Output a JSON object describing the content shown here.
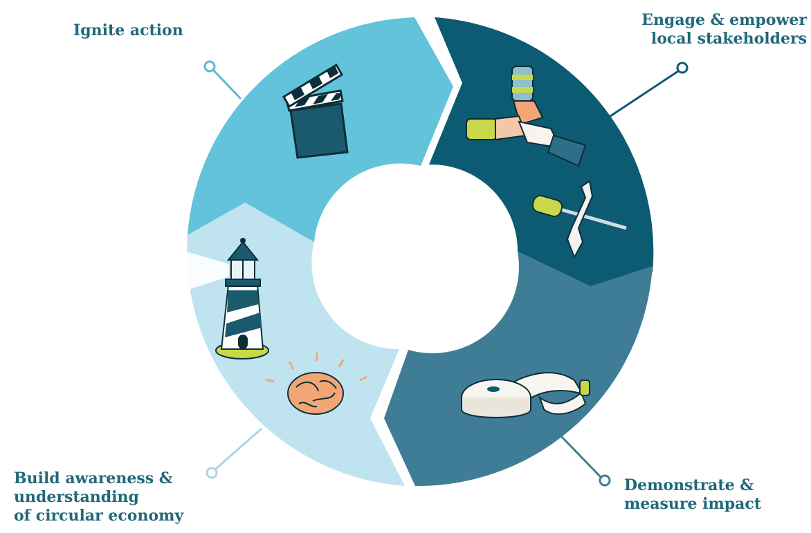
{
  "labels": {
    "ignite": "Ignite action",
    "engage": "Engage & empower\nlocal stakeholders",
    "build": "Build awareness &\nunderstanding\nof circular economy",
    "demonstrate": "Demonstrate &\nmeasure impact"
  },
  "colors": {
    "ignite_segment": "#62c3db",
    "engage_segment": "#0d5a73",
    "demonstrate_segment": "#3f7d96",
    "build_segment": "#bfe3ef",
    "label_text": "#21687a",
    "connector_ignite": "#5ab9d2",
    "connector_engage": "#0d5a73",
    "connector_demonstrate": "#3f7d96",
    "connector_build": "#a9d6e6"
  },
  "icons": {
    "ignite": "clapperboard-icon",
    "engage": [
      "hands-together-icon",
      "wrench-screwdriver-icon"
    ],
    "demonstrate": "tape-measure-icon",
    "build": [
      "lighthouse-icon",
      "brain-icon"
    ]
  }
}
